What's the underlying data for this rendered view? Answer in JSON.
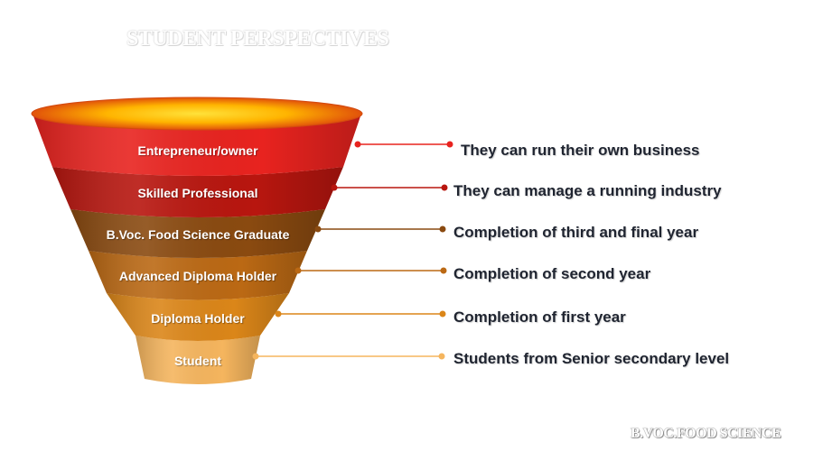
{
  "title": "STUDENT PERSPECTIVES",
  "footer": "B.VOC.FOOD SCIENCE",
  "levels": [
    {
      "label": "Entrepreneur/owner",
      "description": "They can run their own business",
      "color": "#e8231f"
    },
    {
      "label": "Skilled Professional",
      "description": "They can manage a running industry",
      "color": "#b8160f"
    },
    {
      "label": "B.Voc. Food Science Graduate",
      "description": "Completion of third and final year",
      "color": "#8a4a10"
    },
    {
      "label": "Advanced Diploma Holder",
      "description": "Completion of second year",
      "color": "#bb6914"
    },
    {
      "label": "Diploma Holder",
      "description": "Completion of first year",
      "color": "#db8619"
    },
    {
      "label": "Student",
      "description": "Students from Senior secondary level",
      "color": "#f5b55e"
    }
  ]
}
